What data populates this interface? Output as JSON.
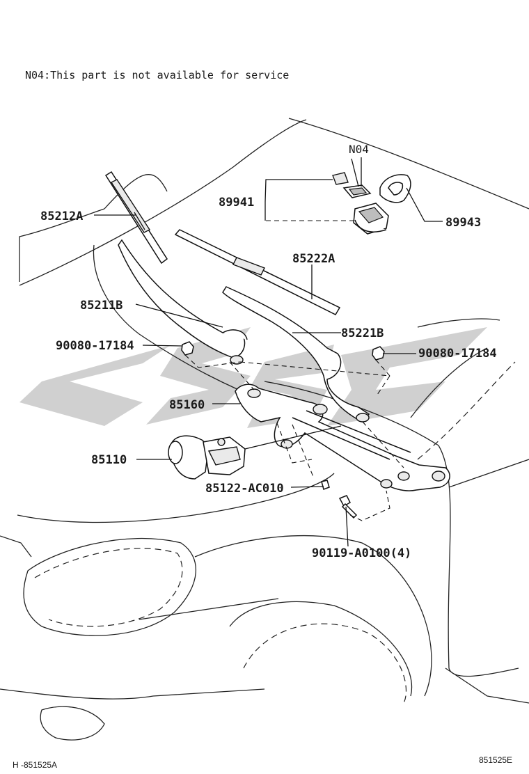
{
  "note": "N04:This part is not available for service",
  "callout_n04": "N04",
  "parts": {
    "p85212a": "85212A",
    "p89941": "89941",
    "p89943": "89943",
    "p85222a": "85222A",
    "p85211b": "85211B",
    "p85221b": "85221B",
    "p90080_left": "90080-17184",
    "p90080_right": "90080-17184",
    "p85160": "85160",
    "p85110": "85110",
    "p85122": "85122-AC010",
    "p90119": "90119-A0100(4)"
  },
  "footer": {
    "left": "H -851525A",
    "right": "851525E"
  },
  "colors": {
    "line": "#111111",
    "watermark": "#d0d0d0",
    "background": "#ffffff"
  }
}
